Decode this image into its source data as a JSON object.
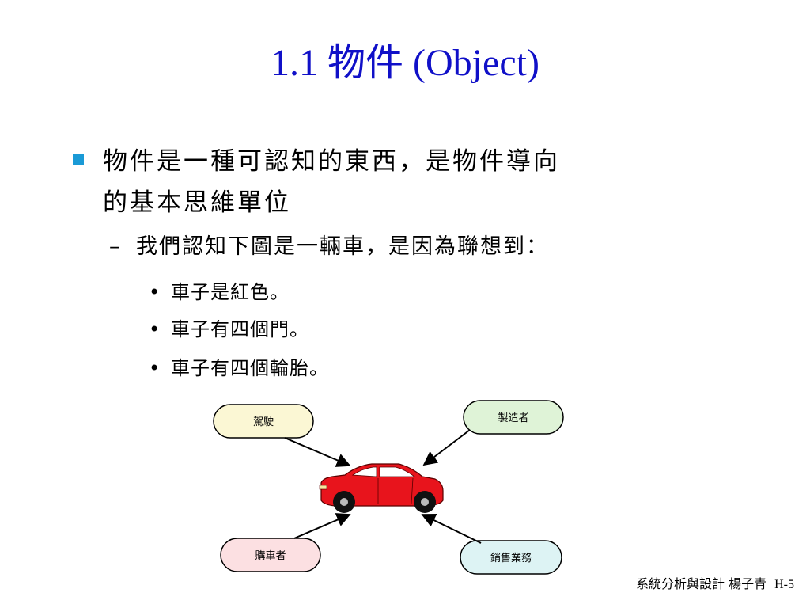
{
  "title": "1.1 物件 (Object)",
  "bullet1": "物件是一種可認知的東西，是物件導向\n的基本思維單位",
  "sub": "我們認知下圖是一輛車，是因為聯想到：",
  "sub_marker": "–",
  "items": [
    "車子是紅色。",
    "車子有四個門。",
    "車子有四個輪胎。"
  ],
  "item_marker": "•",
  "diagram": {
    "nodes": {
      "drive": "駕駛",
      "maker": "製造者",
      "buyer": "購車者",
      "sales": "銷售業務"
    }
  },
  "footer": {
    "course": "系統分析與設計 楊子青",
    "page": "H-5"
  },
  "colors": {
    "title": "#1010c8",
    "bullet": "#1a9ad6",
    "car": "#e8141c",
    "node_drive": "#fbf7d4",
    "node_maker": "#dff3d7",
    "node_buyer": "#fce0e2",
    "node_sales": "#ddf3f4"
  }
}
